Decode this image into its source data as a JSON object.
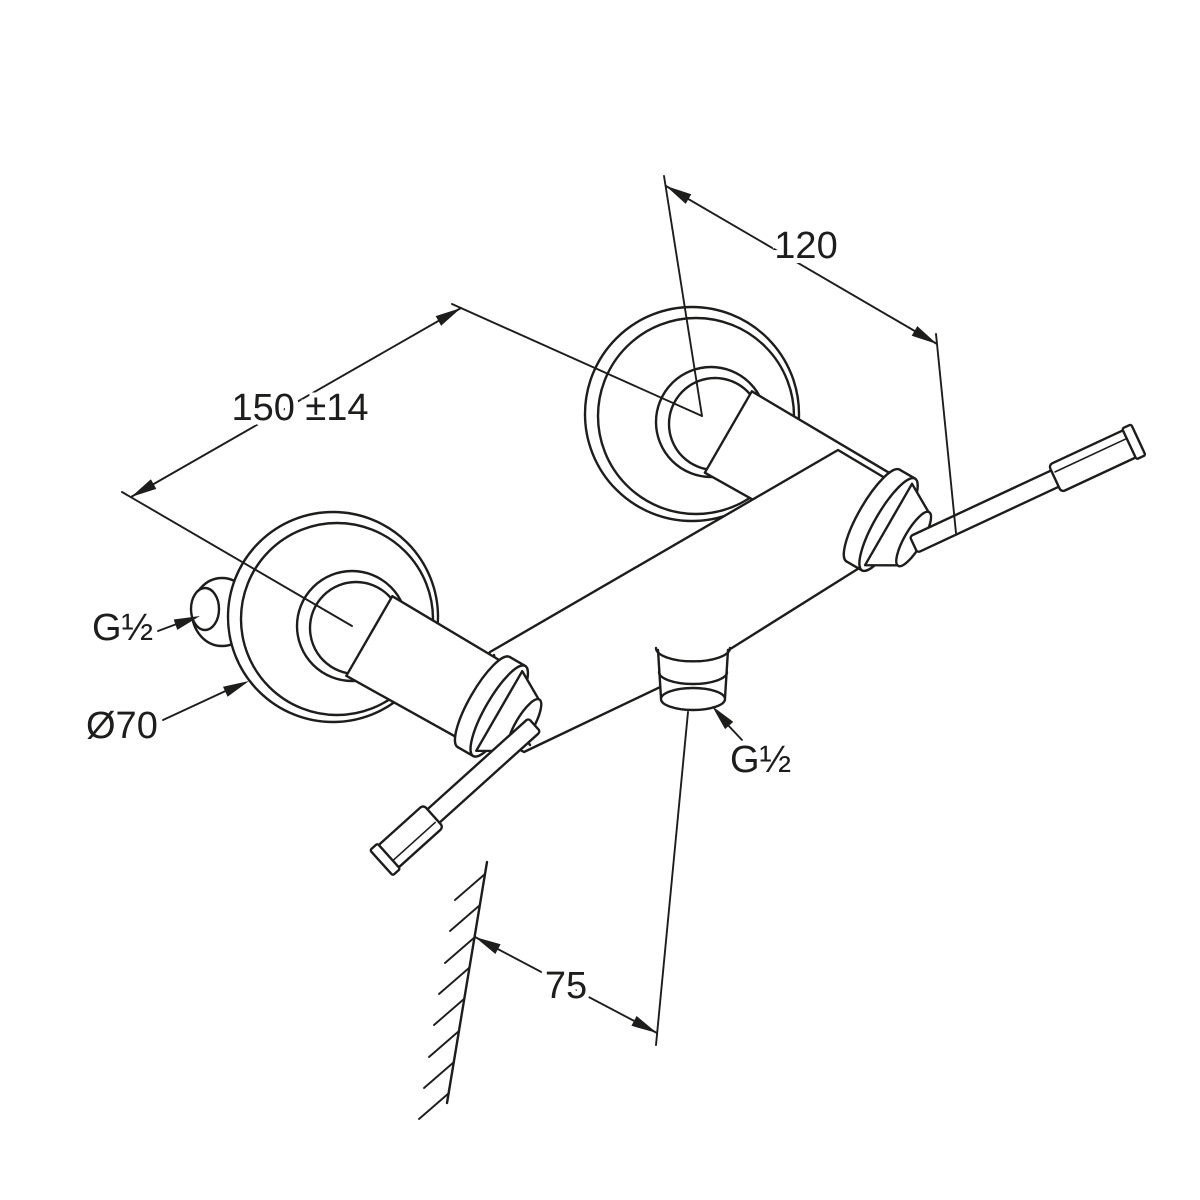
{
  "page": {
    "background": "#ffffff",
    "line_color": "#1d1d1b"
  },
  "drawing": {
    "subject": "wall-mounted-shower-mixer-dimensional-drawing",
    "labels": {
      "center_distance": "120",
      "connection_spread": "150 ±14",
      "wall_thread": "G½",
      "flange_diameter": "Ø70",
      "outlet_thread": "G½",
      "outlet_wall_offset": "75"
    }
  }
}
